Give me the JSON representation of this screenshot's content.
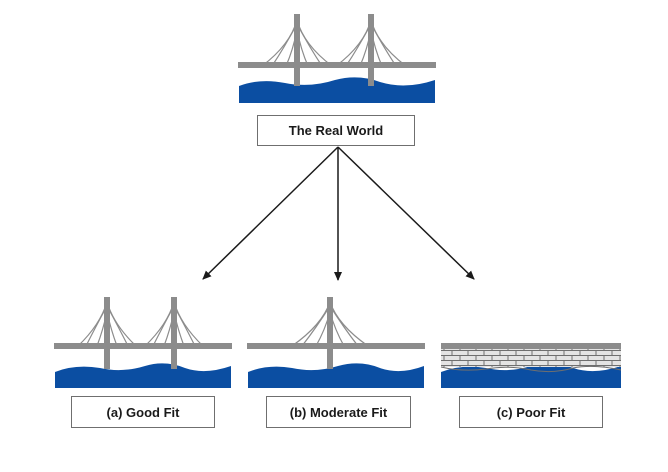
{
  "labels": {
    "real_world": "The Real World",
    "good_fit": "(a) Good Fit",
    "moderate_fit": "(b) Moderate Fit",
    "poor_fit": "(c) Poor Fit"
  },
  "colors": {
    "water": "#0b4ea2",
    "structure": "#8c8c8c",
    "cable": "#8c8c8c",
    "arrow": "#1a1a1a",
    "brick": "#d6d6d6"
  }
}
